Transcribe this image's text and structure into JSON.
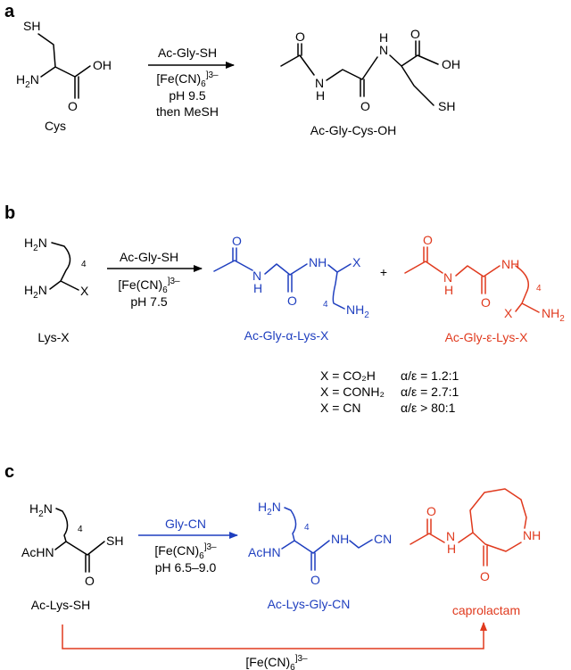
{
  "colors": {
    "black": "#000000",
    "blue": "#1f3fbf",
    "red": "#e03a1e"
  },
  "panels": {
    "a": {
      "title": "a",
      "reactant_label": "Cys",
      "reagent1": "Ac-Gly-SH",
      "reagent2_main": "[Fe(CN)",
      "reagent2_sub": "6",
      "reagent2_sup": "]3–",
      "reagent3": "pH 9.5",
      "reagent4": "then MeSH",
      "product_label": "Ac-Gly-Cys-OH",
      "atoms": {
        "SH": "SH",
        "H2N_H": "H",
        "H2N_2": "2",
        "H2N_N": "N",
        "OH": "OH",
        "O": "O",
        "N": "N",
        "H": "H"
      }
    },
    "b": {
      "title": "b",
      "reactant_label": "Lys-X",
      "reagent1": "Ac-Gly-SH",
      "reagent2_main": "[Fe(CN)",
      "reagent2_sub": "6",
      "reagent2_sup": "]3–",
      "reagent3": "pH 7.5",
      "plus": "+",
      "product_alpha_label": "Ac-Gly-α-Lys-X",
      "product_eps_label": "Ac-Gly-ε-Lys-X",
      "table": [
        {
          "x": "X = CO₂H",
          "ratio": "α/ε = 1.2:1"
        },
        {
          "x": "X = CONH₂",
          "ratio": "α/ε = 2.7:1"
        },
        {
          "x": "X = CN",
          "ratio": "α/ε > 80:1"
        }
      ],
      "atoms": {
        "X": "X",
        "four": "4",
        "NH": "NH"
      }
    },
    "c": {
      "title": "c",
      "reactant_label": "Ac-Lys-SH",
      "reagent1": "Gly-CN",
      "reagent2_main": "[Fe(CN)",
      "reagent2_sub": "6",
      "reagent2_sup": "]3–",
      "reagent3": "pH 6.5–9.0",
      "product_blue_label": "Ac-Lys-Gly-CN",
      "product_red_label": "caprolactam",
      "bottom_main": "[Fe(CN)",
      "bottom_sub": "6",
      "bottom_sup": "]3–",
      "atoms": {
        "AcHN": "AcHN",
        "SH": "SH",
        "CN": "CN",
        "NH": "NH",
        "N": "N",
        "H": "H",
        "O": "O",
        "four": "4"
      }
    }
  }
}
